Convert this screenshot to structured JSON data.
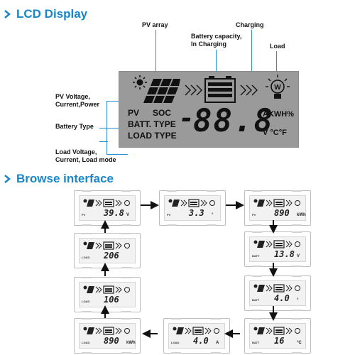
{
  "titles": {
    "lcd": "LCD Display",
    "browse": "Browse interface"
  },
  "callouts": {
    "pv_array": "PV array",
    "battery_capacity_line1": "Battery capacity,",
    "battery_capacity_line2": "In Charging",
    "charging": "Charging",
    "load": "Load",
    "pv_voltage_line1": "PV Voltage,",
    "pv_voltage_line2": "Current,Power",
    "battery_type": "Battery Type",
    "load_voltage_line1": "Load Voltage,",
    "load_voltage_line2": "Current, Load mode"
  },
  "lcd": {
    "pv": "PV",
    "soc": "SOC",
    "batt_type": "BATT. TYPE",
    "load_type": "LOAD TYPE",
    "dash": "-",
    "digits": "88.8",
    "units_top": "AKWH%",
    "units_bottom": "V °C°F",
    "load_w": "W"
  },
  "cards": [
    {
      "id": "pv-voltage",
      "value": "39.8",
      "unit": "V",
      "label": "PV"
    },
    {
      "id": "pv-temp",
      "value": "3.3",
      "unit": "°",
      "label": "PV"
    },
    {
      "id": "soc",
      "value": "890",
      "unit": "kWh",
      "label": "PV"
    },
    {
      "id": "batt-voltage",
      "value": "13.8",
      "unit": "V",
      "label": "BATT"
    },
    {
      "id": "batt-temp",
      "value": "4.0",
      "unit": "°",
      "label": "BATT"
    },
    {
      "id": "batt-type",
      "value": "16",
      "unit": "°C",
      "label": "BATT"
    },
    {
      "id": "load-current",
      "value": "4.0",
      "unit": "A",
      "label": "LOAD"
    },
    {
      "id": "load-energy",
      "value": "890",
      "unit": "kWh",
      "label": "LOAD"
    },
    {
      "id": "load-mode-1",
      "value": "106",
      "unit": "",
      "label": "LOAD"
    },
    {
      "id": "load-mode-2",
      "value": "206",
      "unit": "",
      "label": "LOAD"
    }
  ],
  "colors": {
    "accent": "#1a86c8",
    "lcd_bg": "#9a9a9a",
    "line": "#2a8fd0"
  }
}
